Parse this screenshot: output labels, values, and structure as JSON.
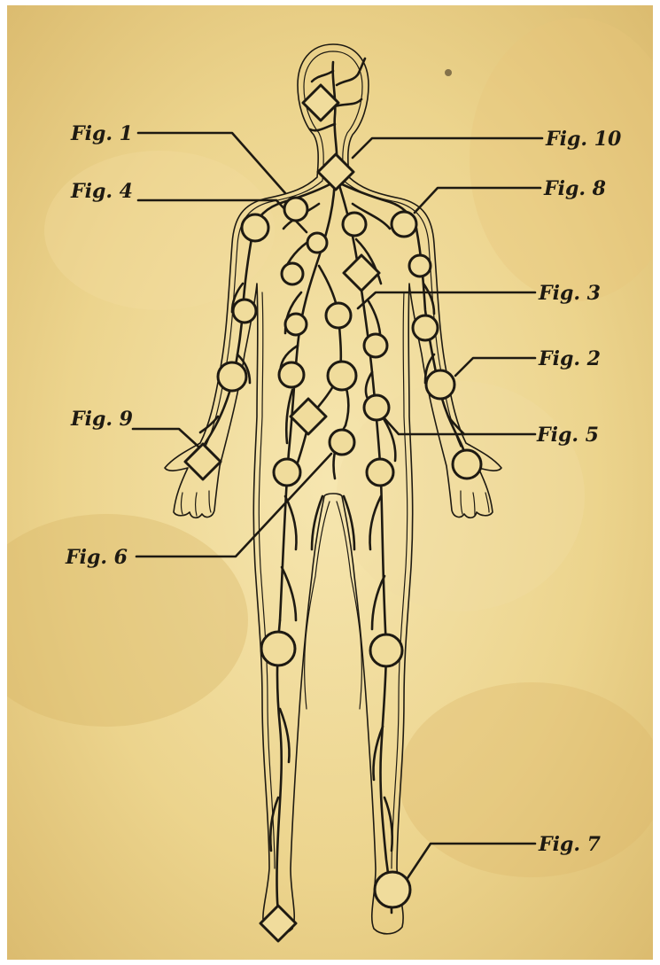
{
  "figure": {
    "colors": {
      "parchment_light": "#f4e3a9",
      "parchment_mid": "#e9cf82",
      "parchment_dark": "#cfa95c",
      "ink": "#1e1a12",
      "node_fill": "#f0dc9c"
    },
    "labels": [
      {
        "id": "fig1",
        "text": "Fig. 1"
      },
      {
        "id": "fig2",
        "text": "Fig. 2"
      },
      {
        "id": "fig3",
        "text": "Fig. 3"
      },
      {
        "id": "fig4",
        "text": "Fig. 4"
      },
      {
        "id": "fig5",
        "text": "Fig. 5"
      },
      {
        "id": "fig6",
        "text": "Fig. 6"
      },
      {
        "id": "fig7",
        "text": "Fig. 7"
      },
      {
        "id": "fig8",
        "text": "Fig. 8"
      },
      {
        "id": "fig9",
        "text": "Fig. 9"
      },
      {
        "id": "fig10",
        "text": "Fig. 10"
      }
    ]
  }
}
